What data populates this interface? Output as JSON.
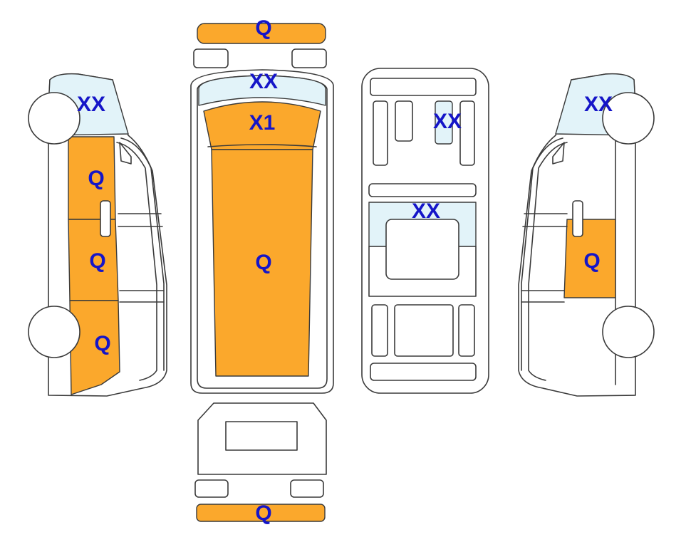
{
  "colors": {
    "damage": "#FBA82C",
    "glass": "#E2F3F9",
    "label": "#1515C8",
    "outline": "#3A3A3A"
  },
  "labels": {
    "front_bumper": "Q",
    "windshield": "XX",
    "roof_front": "X1",
    "roof": "Q",
    "rear_bumper": "Q",
    "left_window": "XX",
    "left_front_door": "Q",
    "left_middle": "Q",
    "left_rear": "Q",
    "interior_seat": "XX",
    "interior_middle": "XX",
    "right_window": "XX",
    "right_door": "Q"
  }
}
